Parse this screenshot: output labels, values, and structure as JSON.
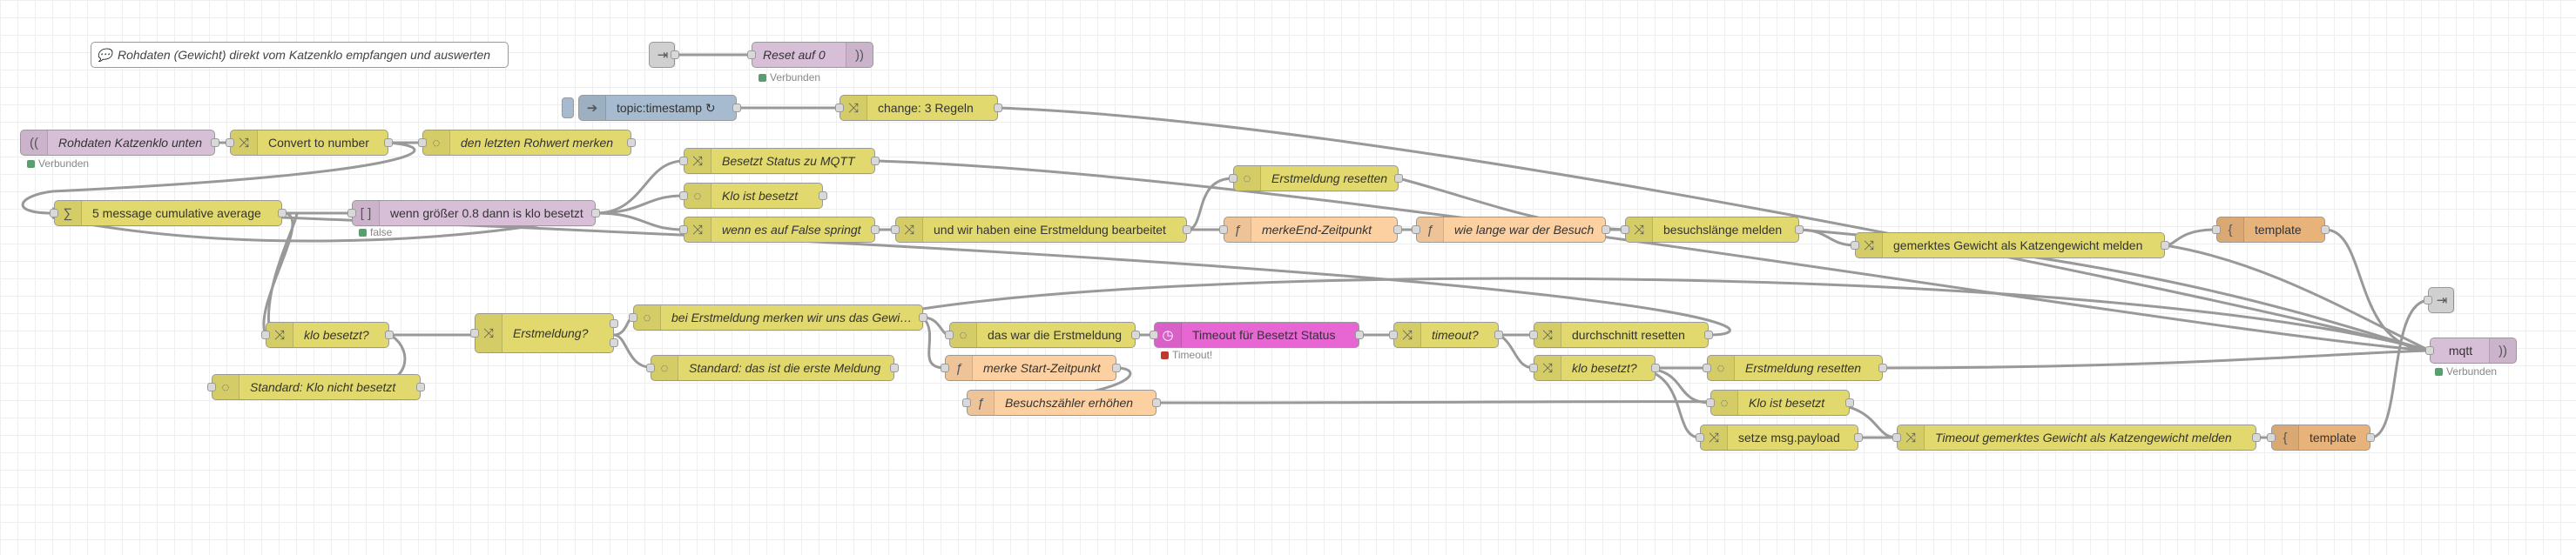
{
  "colors": {
    "function": "#fdd0a2",
    "change": "#e2d96e",
    "debug": "#87a980",
    "mqtt": "#d8bfd8",
    "inject": "#a6bbcf",
    "trigger": "#e766d3",
    "template": "#e8b37b",
    "node_red_yellow": "#e2d96e",
    "status_green": "#5a9e6f",
    "status_red": "#c0392b"
  },
  "icons": {
    "mqtt": "signal-icon",
    "change": "shuffle-icon",
    "switch": "split-icon",
    "debug": "bug-icon",
    "function": "function-icon",
    "smooth": "sigma-icon",
    "inject": "arrow-icon",
    "trigger": "clock-icon",
    "template": "braces-icon",
    "comment": "speech-bubble-icon"
  },
  "comment": {
    "text": "Rohdaten (Gewicht) direkt vom Katzenklo empfangen und auswerten"
  },
  "nodes": {
    "reset_link": {
      "label": ""
    },
    "reset": {
      "label": "Reset auf 0",
      "status": "Verbunden"
    },
    "inject_ts": {
      "label": "topic:timestamp ↻"
    },
    "change3": {
      "label": "change: 3 Regeln"
    },
    "mqtt_in": {
      "label": "Rohdaten Katzenklo unten",
      "status": "Verbunden"
    },
    "convert": {
      "label": "Convert to number"
    },
    "letzten": {
      "label": "den letzten Rohwert merken"
    },
    "avg": {
      "label": "5 message cumulative average"
    },
    "wenn08": {
      "label": "wenn größer 0.8 dann is klo besetzt",
      "status": "false"
    },
    "besetzt_mqtt": {
      "label": "Besetzt Status zu MQTT"
    },
    "klo_ist_besetzt": {
      "label": "Klo ist besetzt"
    },
    "wenn_false": {
      "label": "wenn es auf False springt"
    },
    "und_wir": {
      "label": "und wir haben eine Erstmeldung bearbeitet"
    },
    "erst_reset1": {
      "label": "Erstmeldung resetten"
    },
    "merke_end": {
      "label": "merkeEnd-Zeitpunkt"
    },
    "wie_lange": {
      "label": "wie lange war der Besuch"
    },
    "besuchslaenge": {
      "label": "besuchslänge melden"
    },
    "gemerktes": {
      "label": "gemerktes Gewicht als Katzengewicht melden"
    },
    "template1": {
      "label": "template"
    },
    "klo_besetzt_q": {
      "label": "klo besetzt?"
    },
    "standard_nicht": {
      "label": "Standard: Klo nicht besetzt"
    },
    "erstmeldung_q": {
      "label": "Erstmeldung?"
    },
    "bei_erst": {
      "label": "bei Erstmeldung merken wir uns das Gewicht"
    },
    "standard_erste": {
      "label": "Standard: das ist die erste Meldung"
    },
    "das_war": {
      "label": "das war die Erstmeldung"
    },
    "merke_start": {
      "label": "merke Start-Zeitpunkt"
    },
    "besuchszaehler": {
      "label": "Besuchszähler erhöhen"
    },
    "timeout_node": {
      "label": "Timeout für Besetzt Status",
      "status": "Timeout!"
    },
    "timeout_q": {
      "label": "timeout?"
    },
    "durchschnitt": {
      "label": "durchschnitt resetten"
    },
    "klo_besetzt_q2": {
      "label": "klo besetzt?"
    },
    "erst_reset2": {
      "label": "Erstmeldung resetten"
    },
    "klo_ist_besetzt2": {
      "label": "Klo ist besetzt"
    },
    "setze": {
      "label": "setze msg.payload"
    },
    "timeout_gemerktes": {
      "label": "Timeout gemerktes Gewicht als Katzengewicht melden"
    },
    "template2": {
      "label": "template"
    },
    "link_out": {
      "label": ""
    },
    "mqtt_out": {
      "label": "mqtt",
      "status": "Verbunden"
    }
  }
}
